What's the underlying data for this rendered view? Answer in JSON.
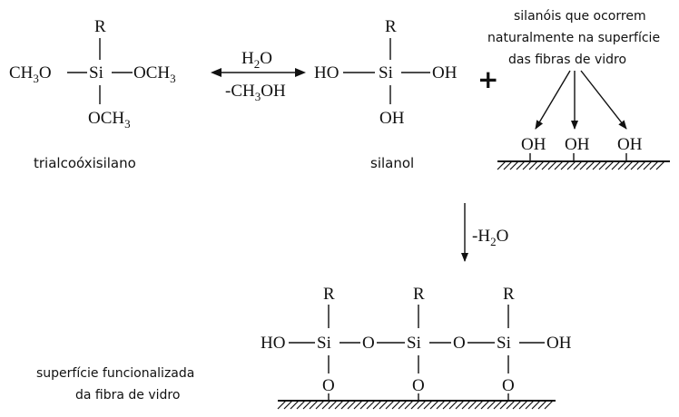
{
  "atoms": {
    "r": "R",
    "si": "Si",
    "o": "O",
    "oh": "OH",
    "ho": "HO",
    "ch3o_ch": "CH",
    "ch3o_3": "3",
    "ch3o_o": "O",
    "och3_oc": "OCH",
    "och3_3": "3"
  },
  "reaction1": {
    "reagent_h": "H",
    "reagent_2": "2",
    "reagent_o": "O",
    "byproduct": "-CH",
    "byproduct_3": "3",
    "byproduct_oh": "OH"
  },
  "reaction2": {
    "minus_h": "-H",
    "minus_2": "2",
    "minus_o": "O"
  },
  "plus": "+",
  "labels": {
    "trialcoxisilano": "trialcoóxisilano",
    "silanol": "silanol",
    "surface_silanols_1": "silanóis que ocorrem",
    "surface_silanols_2": "naturalmente na superfície",
    "surface_silanols_3": "das fibras de vidro",
    "functionalized_1": "superfície funcionalizada",
    "functionalized_2": "da fibra de vidro"
  }
}
